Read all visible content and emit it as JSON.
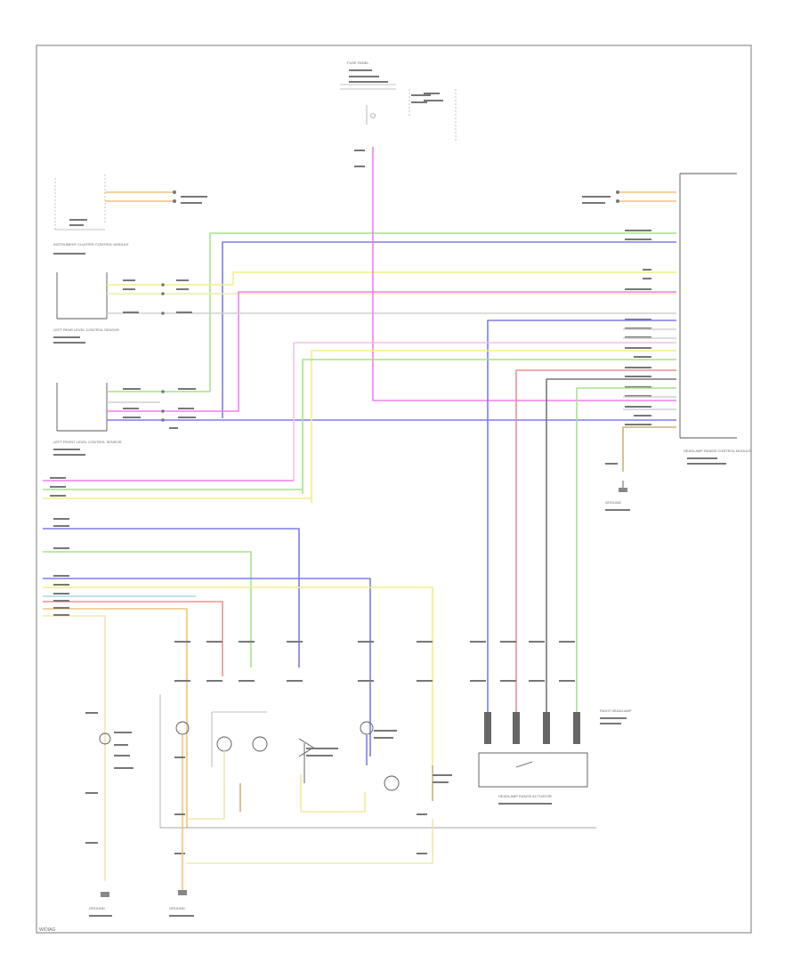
{
  "colors": {
    "green": "#a6e28a",
    "blue": "#7b7bf2",
    "yellow": "#f2ee86",
    "violet": "#f07ef2",
    "grey": "#b4b4b4",
    "red": "#f29090",
    "orange": "#f2c27a",
    "pale_blue": "#a8d8f0",
    "pale_yellow": "#f0e8b0",
    "brown": "#c8b47a",
    "pink": "#f4c0e4",
    "dark_green": "#2e7a2e"
  },
  "labels": {
    "fuse_block": "FUSE PANEL",
    "cluster_module": "INSTRUMENT CLUSTER CONTROL MODULE",
    "lr_sensor": "LEFT REAR LEVEL CONTROL SENSOR",
    "lf_sensor": "LEFT FRONT LEVEL CONTROL SENSOR",
    "headlamp_module": "HEADLAMP RANGE CONTROL MODULE",
    "ground_right": "GROUND",
    "ground_left1": "GROUND",
    "ground_left2": "GROUND",
    "range_actuator": "HEADLAMP RANGE ACTUATOR",
    "right_headlamp": "RIGHT HEADLAMP",
    "footer": "W/DIAG"
  }
}
